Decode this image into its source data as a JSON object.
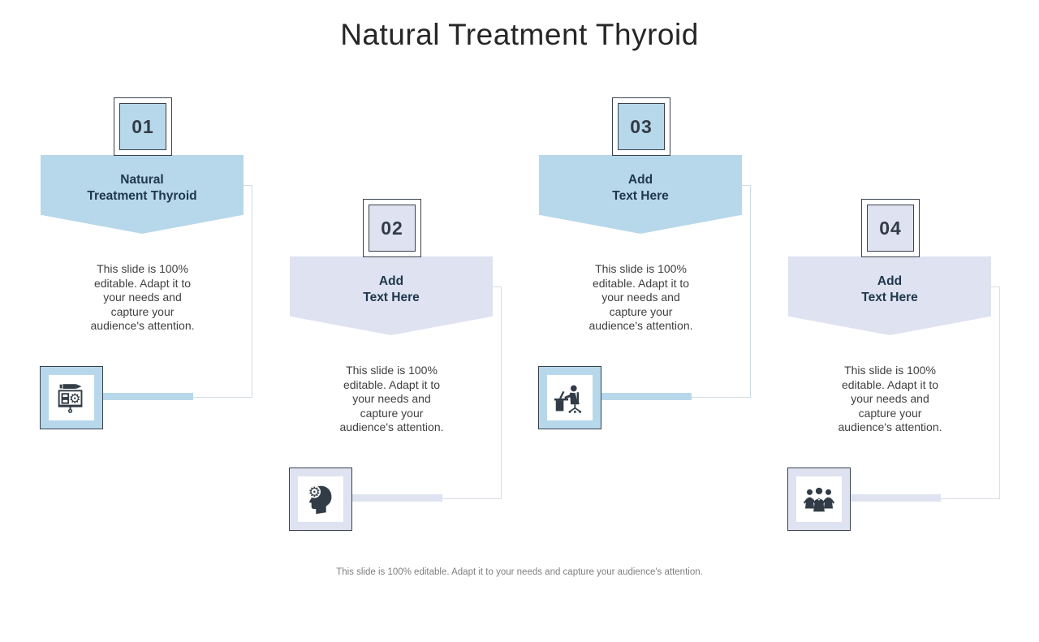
{
  "slide": {
    "title": "Natural Treatment Thyroid",
    "footer": "This slide is 100% editable. Adapt it to your needs and capture your audience's attention."
  },
  "columns": [
    {
      "number": "01",
      "heading_line1": "Natural",
      "heading_line2": "Treatment Thyroid",
      "body_lines": [
        "This slide is 100%",
        "editable. Adapt it to",
        "your needs and",
        "capture your",
        "audience's attention."
      ],
      "icon": "presentation-board-icon",
      "theme": "blue"
    },
    {
      "number": "02",
      "heading_line1": "Add",
      "heading_line2": "Text Here",
      "body_lines": [
        "This slide is 100%",
        "editable. Adapt it to",
        "your needs and",
        "capture your",
        "audience's attention."
      ],
      "icon": "thinking-head-gears-icon",
      "theme": "lavender"
    },
    {
      "number": "03",
      "heading_line1": "Add",
      "heading_line2": "Text Here",
      "body_lines": [
        "This slide is 100%",
        "editable. Adapt it to",
        "your needs and",
        "capture your",
        "audience's attention."
      ],
      "icon": "person-working-desk-icon",
      "theme": "blue"
    },
    {
      "number": "04",
      "heading_line1": "Add",
      "heading_line2": "Text Here",
      "body_lines": [
        "This slide is 100%",
        "editable. Adapt it to",
        "your needs and",
        "capture your",
        "audience's attention."
      ],
      "icon": "team-people-icon",
      "theme": "lavender"
    }
  ],
  "colors": {
    "accent_blue": "#b7d8ea",
    "accent_lavender": "#dee2f1",
    "connector_blue": "#cfdbe5",
    "connector_lavender": "#d9ddea",
    "box_border": "#39424d",
    "heading_text": "#20374d",
    "number_text": "#323c46",
    "body_text": "#3f3f3f",
    "footer_text": "#7f7f7f",
    "title_text": "#262626",
    "icon_glyph": "#323c46"
  }
}
